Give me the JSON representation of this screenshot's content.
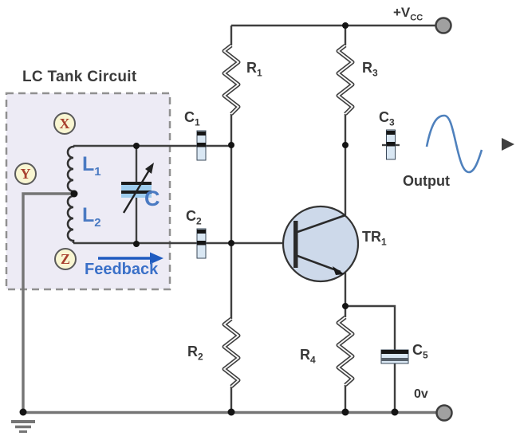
{
  "tank": {
    "title": "LC Tank Circuit",
    "terminal_x": "X",
    "terminal_y": "Y",
    "terminal_z": "Z",
    "l1": {
      "base": "L",
      "sub": "1"
    },
    "l2": {
      "base": "L",
      "sub": "2"
    },
    "cap": "C",
    "feedback_label": "Feedback"
  },
  "components": {
    "r1": {
      "base": "R",
      "sub": "1"
    },
    "r2": {
      "base": "R",
      "sub": "2"
    },
    "r3": {
      "base": "R",
      "sub": "3"
    },
    "r4": {
      "base": "R",
      "sub": "4"
    },
    "c1": {
      "base": "C",
      "sub": "1"
    },
    "c2": {
      "base": "C",
      "sub": "2"
    },
    "c3": {
      "base": "C",
      "sub": "3"
    },
    "c5": {
      "base": "C",
      "sub": "5"
    },
    "tr1": {
      "base": "TR",
      "sub": "1"
    }
  },
  "power": {
    "vcc": {
      "base": "+V",
      "sub": "CC"
    },
    "ground": "0v"
  },
  "output": {
    "label": "Output"
  },
  "colors": {
    "label_blue": "#4a7ac2",
    "feedback_blue": "#1f5bc0",
    "sine_blue": "#4f81bd",
    "transistor_fill": "#cdd9ea",
    "capacitor_fill": "#d9e7f3",
    "varcap_fill": "#9fcdee",
    "tank_box_fill": "#edebf5",
    "node_fill": "#f9f6d2",
    "node_letter": "#a8402e",
    "wire_dark": "#3f3f3f",
    "wire_gray": "#757575"
  }
}
